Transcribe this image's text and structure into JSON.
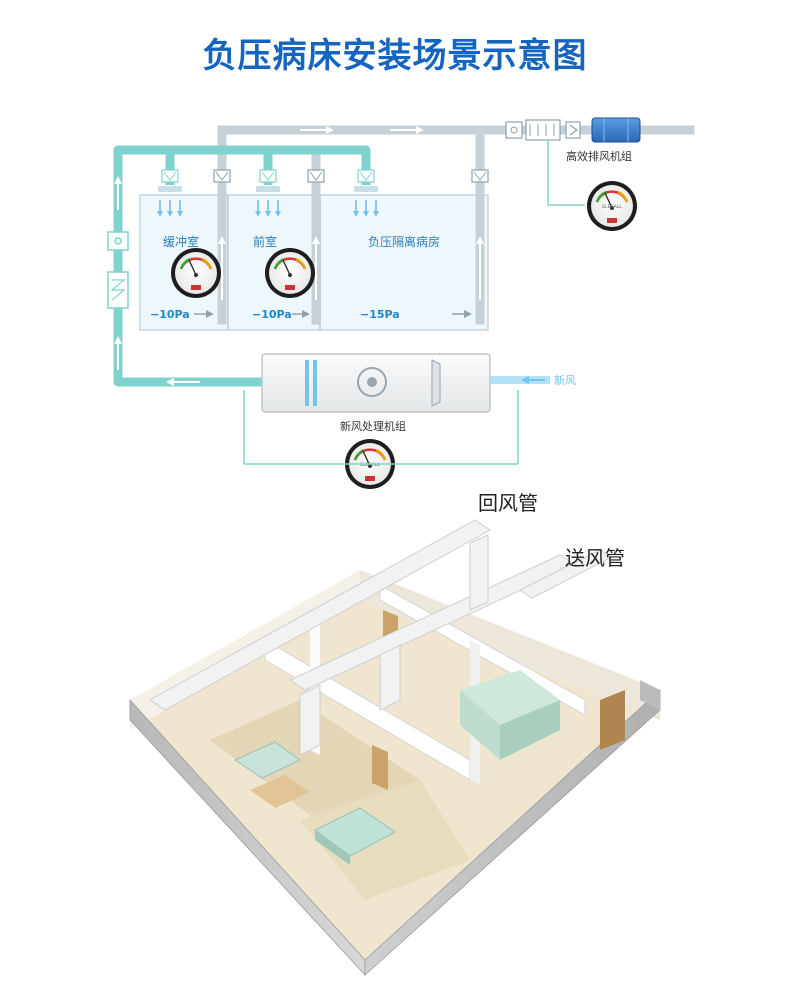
{
  "title": "负压病床安装场景示意图",
  "rooms": [
    {
      "name": "缓冲室",
      "pressure": "−10Pa"
    },
    {
      "name": "前室",
      "pressure": "−10Pa"
    },
    {
      "name": "负压隔离病房",
      "pressure": "−15Pa"
    }
  ],
  "units": {
    "exhaust": "高效排风机组",
    "fresh_air_unit": "新风处理机组",
    "fresh_air": "新风"
  },
  "gauge_brand": "ELECALL",
  "ducts": {
    "return": "回风管",
    "supply": "送风管"
  },
  "colors": {
    "title": "#1565c0",
    "supply_duct": "#7fd3cc",
    "return_duct": "#c7d0d6",
    "room_fill": "#eef7fc",
    "fresh_air": "#6ec6f0"
  }
}
